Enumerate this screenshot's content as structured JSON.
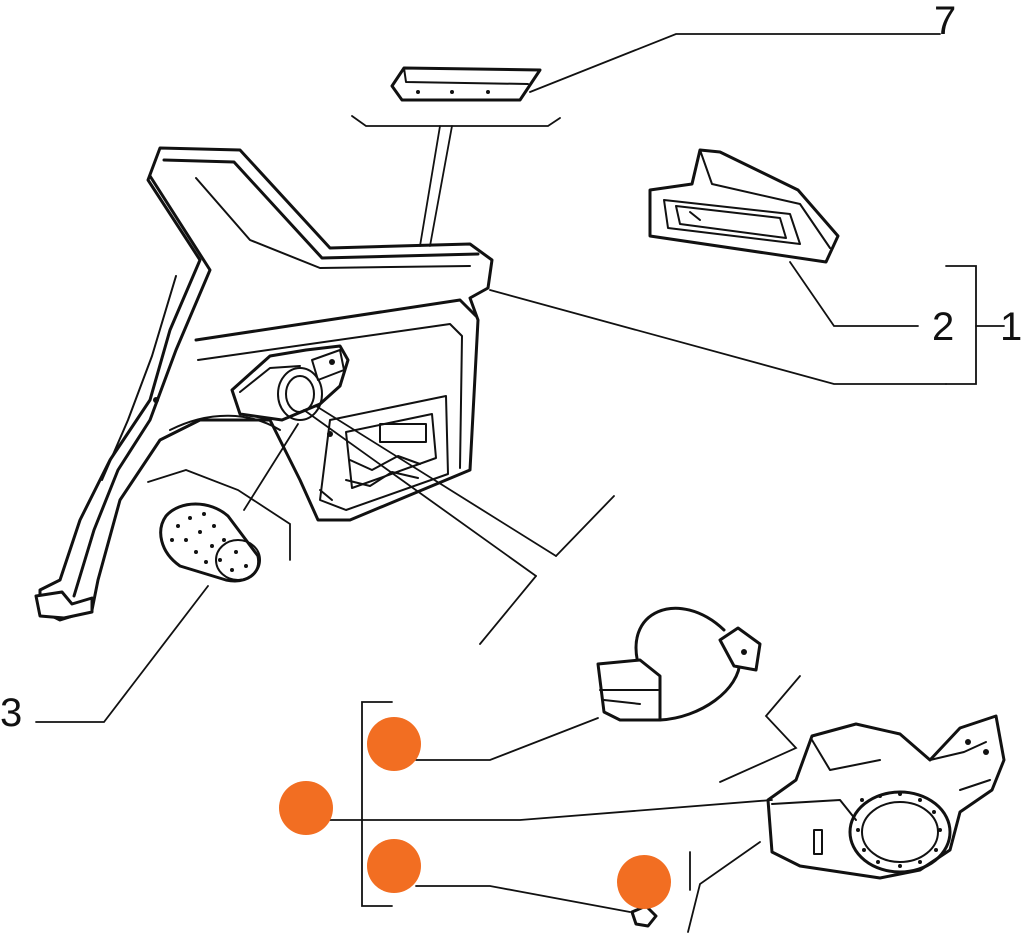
{
  "callouts": {
    "part_7": "7",
    "part_2": "2",
    "part_1": "1",
    "part_3": "3"
  },
  "colors": {
    "line": "#111111",
    "marker": "#F26E22",
    "background": "#ffffff"
  },
  "markers": {
    "count": 4
  }
}
